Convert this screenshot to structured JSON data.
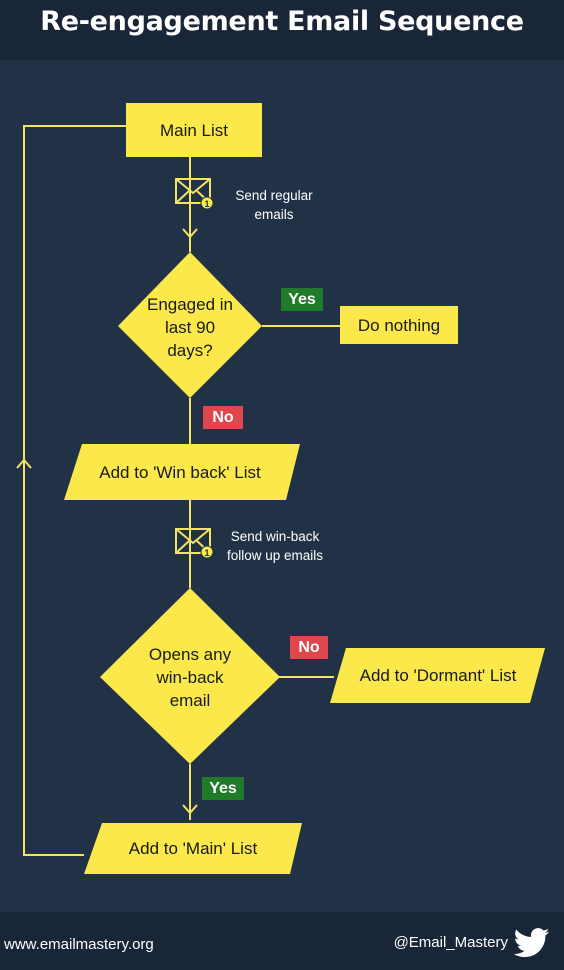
{
  "title": "Re-engagement Email Sequence",
  "colors": {
    "background": "#213246",
    "header_footer": "#192638",
    "node_fill": "#fbe84a",
    "line": "#f5e464",
    "yes_badge": "#1f7a2a",
    "no_badge": "#e0474c"
  },
  "nodes": {
    "main_list": "Main List",
    "engaged_question": "Engaged in last 90 days?",
    "do_nothing": "Do nothing",
    "win_back_list": "Add to 'Win back' List",
    "opens_question": "Opens any win-back email",
    "dormant_list": "Add to 'Dormant' List",
    "add_main_list": "Add to 'Main' List"
  },
  "notes": {
    "send_regular": "Send regular emails",
    "send_winback": "Send win-back follow up emails"
  },
  "badges": {
    "yes_1": "Yes",
    "no_1": "No",
    "no_2": "No",
    "yes_2": "Yes"
  },
  "icons": {
    "email_icon_count": "1"
  },
  "footer": {
    "url": "www.emailmastery.org",
    "handle": "@Email_Mastery",
    "icon": "twitter-icon"
  }
}
